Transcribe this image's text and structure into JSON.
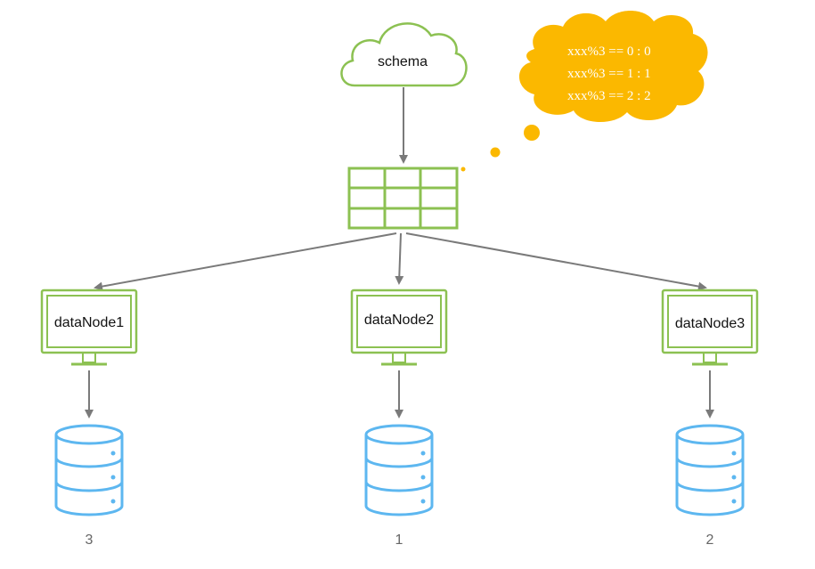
{
  "colors": {
    "green": "#8CC152",
    "blue": "#5DB7F0",
    "orange": "#FBB800",
    "arrow": "#7A7A7A",
    "text": "#111111",
    "muted": "#666666"
  },
  "schema": {
    "label": "schema",
    "icon": "cloud-icon"
  },
  "bubble": {
    "lines": [
      "xxx%3 == 0 : 0",
      "xxx%3 == 1 : 1",
      "xxx%3 == 2 : 2"
    ]
  },
  "routing_table": {
    "icon": "table-icon",
    "rows": 3,
    "cols": 3
  },
  "nodes": [
    {
      "label": "dataNode1",
      "icon": "monitor-icon",
      "db_icon": "database-icon",
      "db_label": "3"
    },
    {
      "label": "dataNode2",
      "icon": "monitor-icon",
      "db_icon": "database-icon",
      "db_label": "1"
    },
    {
      "label": "dataNode3",
      "icon": "monitor-icon",
      "db_icon": "database-icon",
      "db_label": "2"
    }
  ]
}
